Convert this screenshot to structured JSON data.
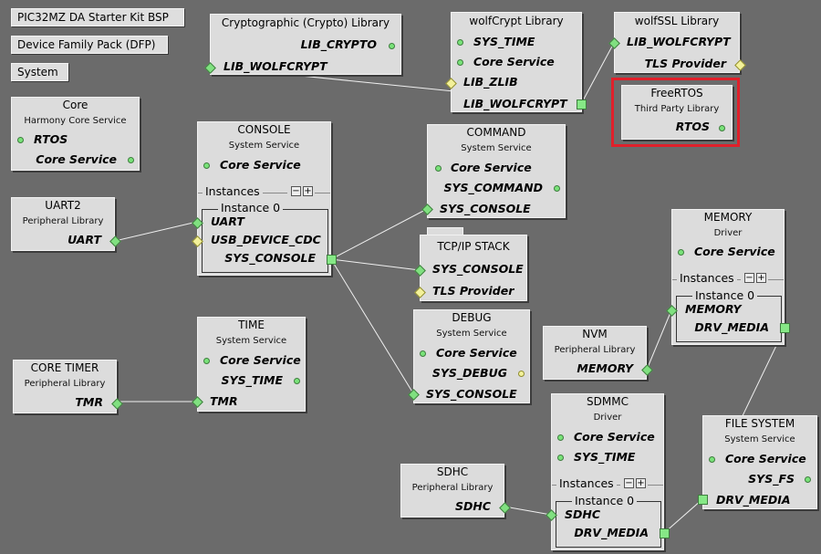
{
  "chips": {
    "bsp": "PIC32MZ DA Starter Kit BSP",
    "dfp": "Device Family Pack (DFP)",
    "system": "System"
  },
  "labels": {
    "instances": "Instances",
    "instance0": "Instance 0",
    "minus": "−",
    "plus": "+"
  },
  "components": {
    "crypto": {
      "title": "Cryptographic (Crypto) Library",
      "rows": [
        "LIB_CRYPTO",
        "LIB_WOLFCRYPT"
      ]
    },
    "wolfcrypt": {
      "title": "wolfCrypt Library",
      "rows": [
        "SYS_TIME",
        "Core Service",
        "LIB_ZLIB",
        "LIB_WOLFCRYPT"
      ]
    },
    "wolfssl": {
      "title": "wolfSSL Library",
      "rows": [
        "LIB_WOLFCRYPT",
        "TLS Provider"
      ]
    },
    "freertos": {
      "title": "FreeRTOS",
      "subtitle": "Third Party Library",
      "rows": [
        "RTOS"
      ]
    },
    "core": {
      "title": "Core",
      "subtitle": "Harmony Core Service",
      "rows": [
        "RTOS",
        "Core Service"
      ]
    },
    "console": {
      "title": "CONSOLE",
      "subtitle": "System Service",
      "rows": [
        "Core Service",
        "UART",
        "USB_DEVICE_CDC",
        "SYS_CONSOLE"
      ]
    },
    "command": {
      "title": "COMMAND",
      "subtitle": "System Service",
      "rows": [
        "Core Service",
        "SYS_COMMAND",
        "SYS_CONSOLE"
      ]
    },
    "uart2": {
      "title": "UART2",
      "subtitle": "Peripheral Library",
      "rows": [
        "UART"
      ]
    },
    "tcpip": {
      "title": "TCP/IP STACK",
      "rows": [
        "SYS_CONSOLE",
        "TLS Provider"
      ]
    },
    "memory": {
      "title": "MEMORY",
      "subtitle": "Driver",
      "rows": [
        "Core Service",
        "MEMORY",
        "DRV_MEDIA"
      ]
    },
    "debug": {
      "title": "DEBUG",
      "subtitle": "System Service",
      "rows": [
        "Core Service",
        "SYS_DEBUG",
        "SYS_CONSOLE"
      ]
    },
    "nvm": {
      "title": "NVM",
      "subtitle": "Peripheral Library",
      "rows": [
        "MEMORY"
      ]
    },
    "time": {
      "title": "TIME",
      "subtitle": "System Service",
      "rows": [
        "Core Service",
        "SYS_TIME",
        "TMR"
      ]
    },
    "coretimer": {
      "title": "CORE TIMER",
      "subtitle": "Peripheral Library",
      "rows": [
        "TMR"
      ]
    },
    "sdmmc": {
      "title": "SDMMC",
      "subtitle": "Driver",
      "rows": [
        "Core Service",
        "SYS_TIME",
        "SDHC",
        "DRV_MEDIA"
      ]
    },
    "filesystem": {
      "title": "FILE SYSTEM",
      "subtitle": "System Service",
      "rows": [
        "Core Service",
        "SYS_FS",
        "DRV_MEDIA"
      ]
    },
    "sdhc": {
      "title": "SDHC",
      "subtitle": "Peripheral Library",
      "rows": [
        "SDHC"
      ]
    }
  }
}
